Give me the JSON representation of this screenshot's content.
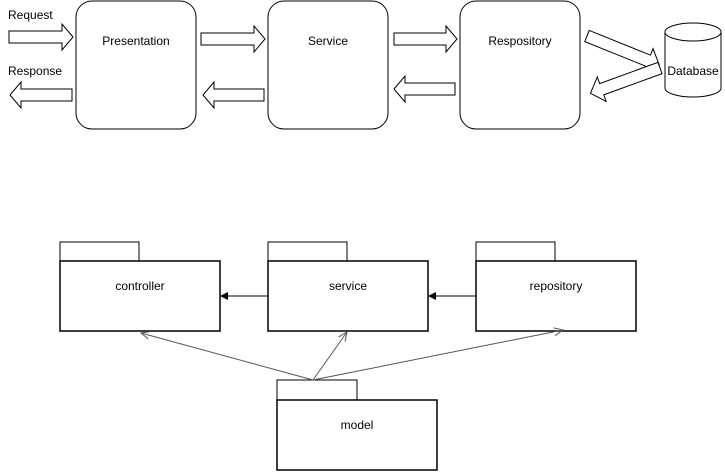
{
  "flow": {
    "request_label": "Request",
    "response_label": "Response",
    "presentation_label": "Presentation",
    "service_label": "Service",
    "repository_label": "Respository",
    "database_label": "Database"
  },
  "packages": {
    "controller_label": "controller",
    "service_label": "service",
    "repository_label": "repository",
    "model_label": "model"
  }
}
